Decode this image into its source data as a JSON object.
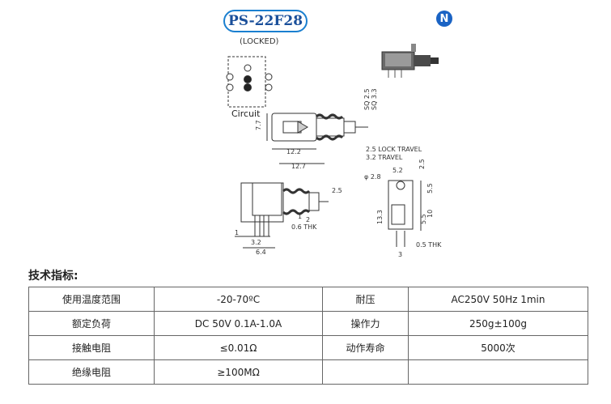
{
  "header": {
    "model": "PS-22F28",
    "locked_label": "(LOCKED)",
    "logo_letter": "N"
  },
  "drawing": {
    "circuit_label": "Circuit",
    "dims": {
      "sq25": "SQ 2.5",
      "sq33": "SQ 3.3",
      "d77": "7.7",
      "d122": "12.2",
      "lock_travel": "2.5 LOCK TRAVEL",
      "travel": "3.2 TRAVEL",
      "d127": "12.7",
      "d25": "2.5",
      "d1a": "1",
      "d2": "2",
      "thk06": "0.6 THK",
      "d1b": "1",
      "d32": "3.2",
      "d64": "6.4",
      "d52": "5.2",
      "phi28": "φ 2.8",
      "d25b": "2.5",
      "d55a": "5.5",
      "d133": "13.3",
      "d55b": "5.5",
      "d10": "10",
      "thk05": "0.5 THK",
      "d3": "3"
    }
  },
  "section": {
    "title": "技术指标:"
  },
  "specs": {
    "rows": [
      {
        "label1": "使用温度范围",
        "value1": "-20-70ºC",
        "label2": "耐压",
        "value2": "AC250V 50Hz 1min"
      },
      {
        "label1": "额定负荷",
        "value1": "DC 50V 0.1A-1.0A",
        "label2": "操作力",
        "value2": "250g±100g"
      },
      {
        "label1": "接触电阻",
        "value1": "≤0.01Ω",
        "label2": "动作寿命",
        "value2": "5000次"
      },
      {
        "label1": "绝缘电阻",
        "value1": "≥100MΩ",
        "label2": "",
        "value2": ""
      }
    ]
  }
}
